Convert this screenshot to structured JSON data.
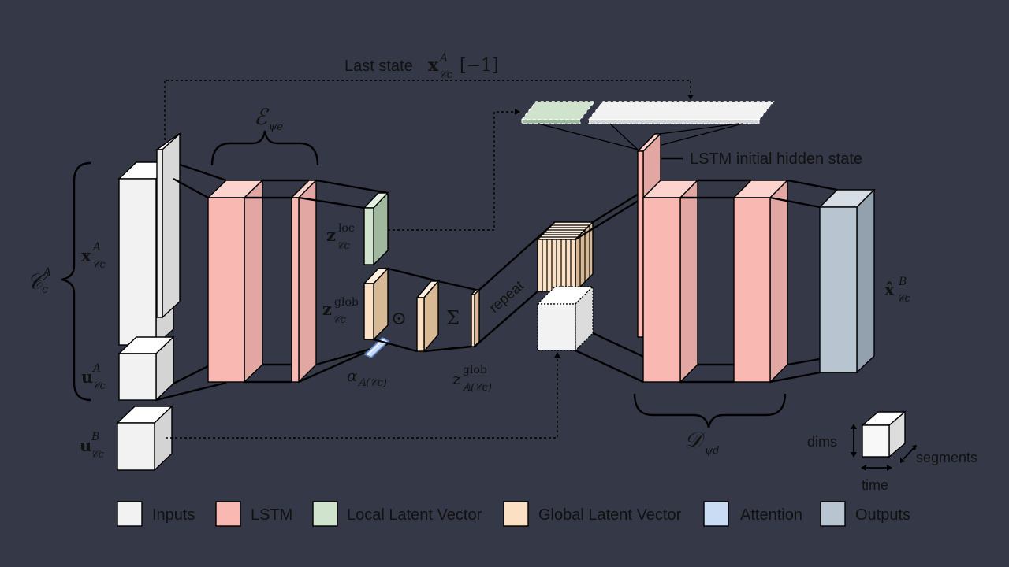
{
  "colors": {
    "background": "#353847",
    "inputs": "#f2f2f2",
    "lstm": "#f9b9b2",
    "local_latent": "#cfe3cd",
    "global_latent": "#fbe0c4",
    "attention": "#c9dcf4",
    "outputs": "#b8c4cf"
  },
  "top": {
    "last_state_text": "Last state",
    "last_state_symbol": "x",
    "last_state_sup": "A",
    "last_state_sub": "𝒞c",
    "last_state_index": "[−1]"
  },
  "encoder": {
    "label": "ℰ",
    "sub": "ψe"
  },
  "decoder": {
    "label": "𝒟",
    "sub": "ψd"
  },
  "inputs": {
    "set_label": "𝒞",
    "set_sup": "A",
    "set_sub": "c",
    "x_label": "x",
    "x_sup": "A",
    "x_sub": "𝒞c",
    "u_label": "u",
    "u_sup": "A",
    "u_sub": "𝒞c",
    "uB_label": "u",
    "uB_sup": "B",
    "uB_sub": "𝒞c"
  },
  "latent": {
    "zloc_label": "z",
    "zloc_sup": "loc",
    "zloc_sub": "𝒞c",
    "zglob_label": "z",
    "zglob_sup": "glob",
    "zglob_sub": "𝒞c",
    "odot": "⊙",
    "sum": "Σ",
    "alpha_label": "α",
    "alpha_sub": "𝔸(𝒞c)",
    "zagg_label": "z",
    "zagg_sup": "glob",
    "zagg_sub": "𝔸(𝒞c)",
    "repeat": "repeat"
  },
  "lstm_hidden_label": "LSTM initial hidden state",
  "output": {
    "label": "x̂",
    "sup": "B",
    "sub": "𝒞c"
  },
  "axes": {
    "dims": "dims",
    "time": "time",
    "segments": "segments"
  },
  "legend": [
    {
      "label": "Inputs",
      "color": "#f2f2f2"
    },
    {
      "label": "LSTM",
      "color": "#f9b9b2"
    },
    {
      "label": "Local Latent Vector",
      "color": "#cfe3cd"
    },
    {
      "label": "Global Latent Vector",
      "color": "#fbe0c4"
    },
    {
      "label": "Attention",
      "color": "#c9dcf4"
    },
    {
      "label": "Outputs",
      "color": "#b8c4cf"
    }
  ]
}
